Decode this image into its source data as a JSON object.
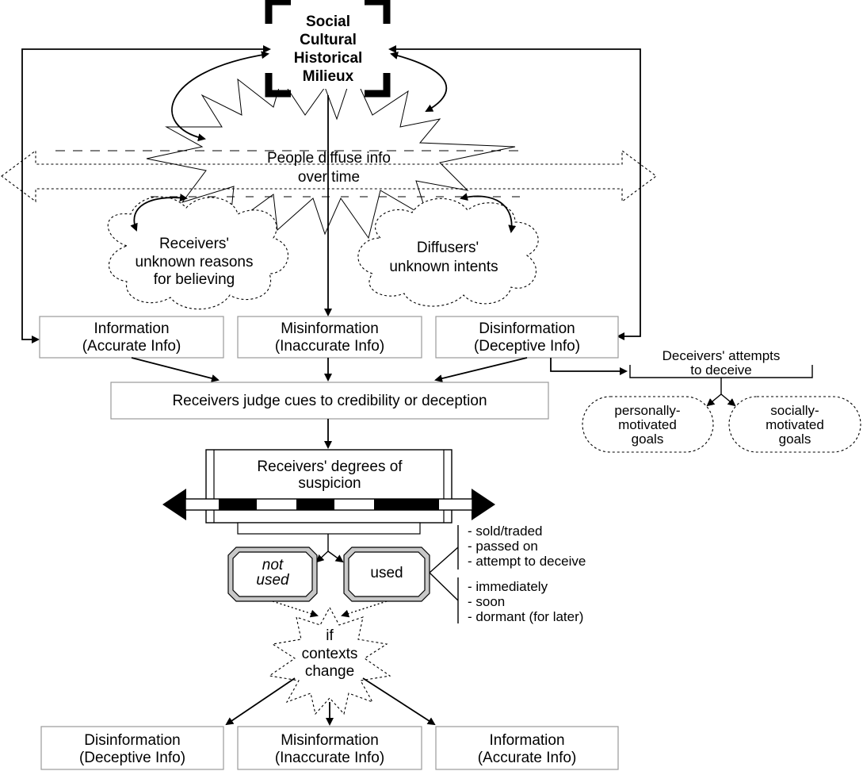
{
  "milieu": {
    "line1": "Social",
    "line2": "Cultural",
    "line3": "Historical",
    "line4": "Milieux"
  },
  "diffuse": {
    "line1": "People diffuse info",
    "line2": "over time"
  },
  "receivers_cloud": {
    "line1": "Receivers'",
    "line2": "unknown reasons",
    "line3": "for believing"
  },
  "diffusers_cloud": {
    "line1": "Diffusers'",
    "line2": "unknown intents"
  },
  "top_boxes": [
    {
      "title": "Information",
      "sub": "(Accurate Info)"
    },
    {
      "title": "Misinformation",
      "sub": "(Inaccurate Info)"
    },
    {
      "title": "Disinformation",
      "sub": "(Deceptive Info)"
    }
  ],
  "deceivers": {
    "line1": "Deceivers' attempts",
    "line2": "to deceive",
    "goal_personal": [
      "personally-",
      "motivated",
      "goals"
    ],
    "goal_social": [
      "socially-",
      "motivated",
      "goals"
    ]
  },
  "judge": "Receivers judge cues to credibility or deception",
  "suspicion": {
    "line1": "Receivers' degrees of",
    "line2": "suspicion"
  },
  "not_used": {
    "line1": "not",
    "line2": "used"
  },
  "used": "used",
  "used_list_a": [
    "- sold/traded",
    "- passed on",
    "- attempt to deceive"
  ],
  "used_list_b": [
    "- immediately",
    "- soon",
    "- dormant (for later)"
  ],
  "contexts": {
    "line1": "if",
    "line2": "contexts",
    "line3": "change"
  },
  "bottom_boxes": [
    {
      "title": "Disinformation",
      "sub": "(Deceptive Info)"
    },
    {
      "title": "Misinformation",
      "sub": "(Inaccurate Info)"
    },
    {
      "title": "Information",
      "sub": "(Accurate Info)"
    }
  ]
}
